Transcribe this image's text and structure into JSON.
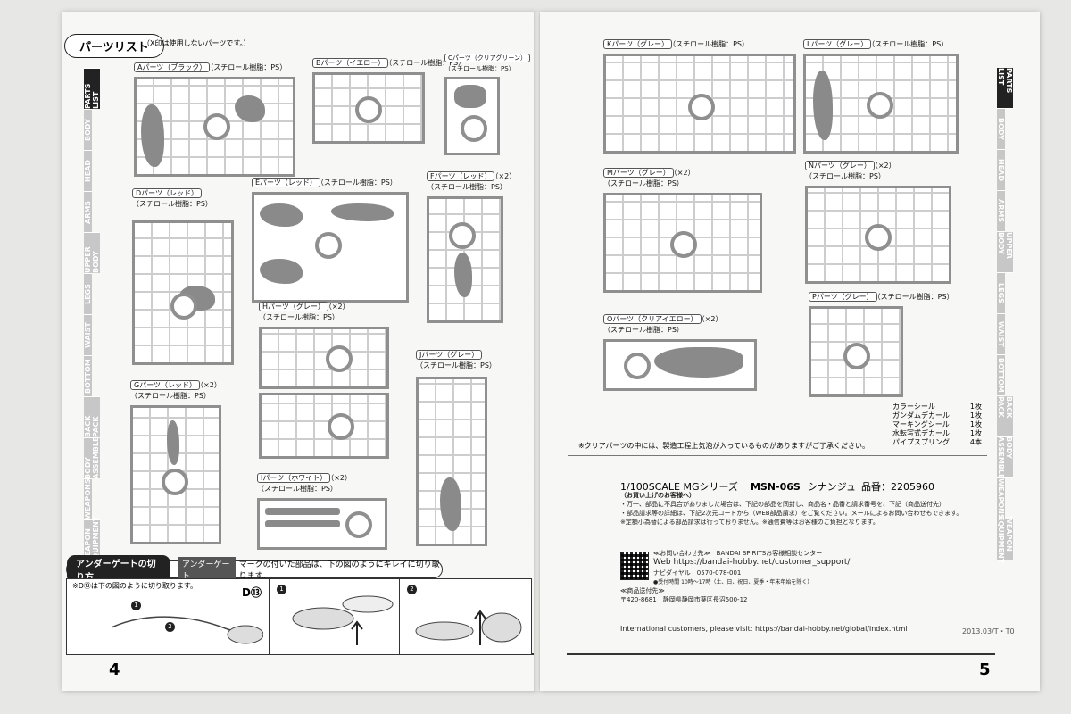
{
  "left_page": {
    "header": "パーツリスト",
    "header_note": "（X印は使用しないパーツです。）",
    "page_number": "4",
    "tabs": [
      "PARTS LIST",
      "BODY",
      "HEAD",
      "ARMS",
      "UPPER BODY",
      "LEGS",
      "WAIST",
      "BOTTOM",
      "BACK PACK",
      "BODY ASSEMBLE",
      "WEAPONS",
      "WEAPON EQUIPMENT"
    ],
    "parts": [
      {
        "label": "Aパーツ（ブラック）",
        "material": "（スチロール樹脂：PS）",
        "qty": ""
      },
      {
        "label": "Bパーツ（イエロー）",
        "material": "（スチロール樹脂：PS）",
        "qty": ""
      },
      {
        "label": "Cパーツ（クリアグリーン）",
        "material": "（スチロール樹脂：PS）",
        "qty": ""
      },
      {
        "label": "Dパーツ（レッド）",
        "material": "（スチロール樹脂：PS）",
        "qty": ""
      },
      {
        "label": "Eパーツ（レッド）",
        "material": "（スチロール樹脂：PS）",
        "qty": ""
      },
      {
        "label": "Fパーツ（レッド）",
        "material": "（スチロール樹脂：PS）",
        "qty": "（×2）"
      },
      {
        "label": "Gパーツ（レッド）",
        "material": "（スチロール樹脂：PS）",
        "qty": "（×2）"
      },
      {
        "label": "Hパーツ（グレー）",
        "material": "（スチロール樹脂：PS）",
        "qty": "（×2）"
      },
      {
        "label": "Iパーツ（ホワイト）",
        "material": "（スチロール樹脂：PS）",
        "qty": "（×2）"
      },
      {
        "label": "Jパーツ（グレー）",
        "material": "（スチロール樹脂：PS）",
        "qty": ""
      }
    ],
    "undergate": {
      "title": "アンダーゲートの切り方",
      "tag": "アンダーゲート",
      "text": "マークの付いた部品は、下の図のようにキレイに切り取ります。",
      "note": "※D⑬は下の図のように切り取ります。",
      "part_ref": "D⑬",
      "steps": [
        "1",
        "2",
        "1",
        "2"
      ]
    }
  },
  "right_page": {
    "page_number": "5",
    "tabs": [
      "PARTS LIST",
      "BODY",
      "HEAD",
      "ARMS",
      "UPPER BODY",
      "LEGS",
      "WAIST",
      "BOTTOM",
      "BACK PACK",
      "BODY ASSEMBLE",
      "WEAPONS",
      "WEAPON EQUIPMENT"
    ],
    "parts": [
      {
        "label": "Kパーツ（グレー）",
        "material": "（スチロール樹脂：PS）",
        "qty": ""
      },
      {
        "label": "Lパーツ（グレー）",
        "material": "（スチロール樹脂：PS）",
        "qty": ""
      },
      {
        "label": "Mパーツ（グレー）",
        "material": "（スチロール樹脂：PS）",
        "qty": "（×2）"
      },
      {
        "label": "Nパーツ（グレー）",
        "material": "（スチロール樹脂：PS）",
        "qty": "（×2）"
      },
      {
        "label": "Oパーツ（クリアイエロー）",
        "material": "（スチロール樹脂：PS）",
        "qty": "（×2）"
      },
      {
        "label": "Pパーツ（グレー）",
        "material": "（スチロール樹脂：PS）",
        "qty": ""
      }
    ],
    "accessories": [
      {
        "name": "カラーシール",
        "qty": "1枚"
      },
      {
        "name": "ガンダムデカール",
        "qty": "1枚"
      },
      {
        "name": "マーキングシール",
        "qty": "1枚"
      },
      {
        "name": "水転写式デカール",
        "qty": "1枚"
      },
      {
        "name": "パイプスプリング",
        "qty": "4本"
      }
    ],
    "clear_note": "※クリアパーツの中には、製造工程上気泡が入っているものがありますがご了承ください。",
    "scale": "1/100SCALE MGシリーズ",
    "model": "MSN-06S",
    "kit_name": "シナンジュ",
    "product_no": "品番：2205960",
    "contact_heading": "（お買い上げのお客様へ）",
    "contact_lines": [
      "・万一、部品に不具合がありました場合は、下記の部品を同封し、商品名・品番と請求番号を、下記（商品送付先）",
      "・部品請求等の詳細は、下記2次元コードから（WEB部品請求）をご覧ください。メールによるお問い合わせもできます。",
      "※定額小為替による部品請求は行っておりません。※通信費等はお客様のご負担となります。"
    ],
    "inquiry": "≪お問い合わせ先≫　BANDAI SPIRITSお客様相談センター",
    "web": "Web https://bandai-hobby.net/customer_support/",
    "navi": "ナビダイヤル　0570-078-001",
    "hours": "●受付時間 10時〜17時（土、日、祝日、夏季・年末年始を除く）",
    "ship_heading": "≪商品送付先≫",
    "address": "〒420-8681　静岡県静岡市葵区長沼500-12",
    "international": "International customers, please visit: https://bandai-hobby.net/global/index.html",
    "date_code": "2013.03/T・T0"
  }
}
